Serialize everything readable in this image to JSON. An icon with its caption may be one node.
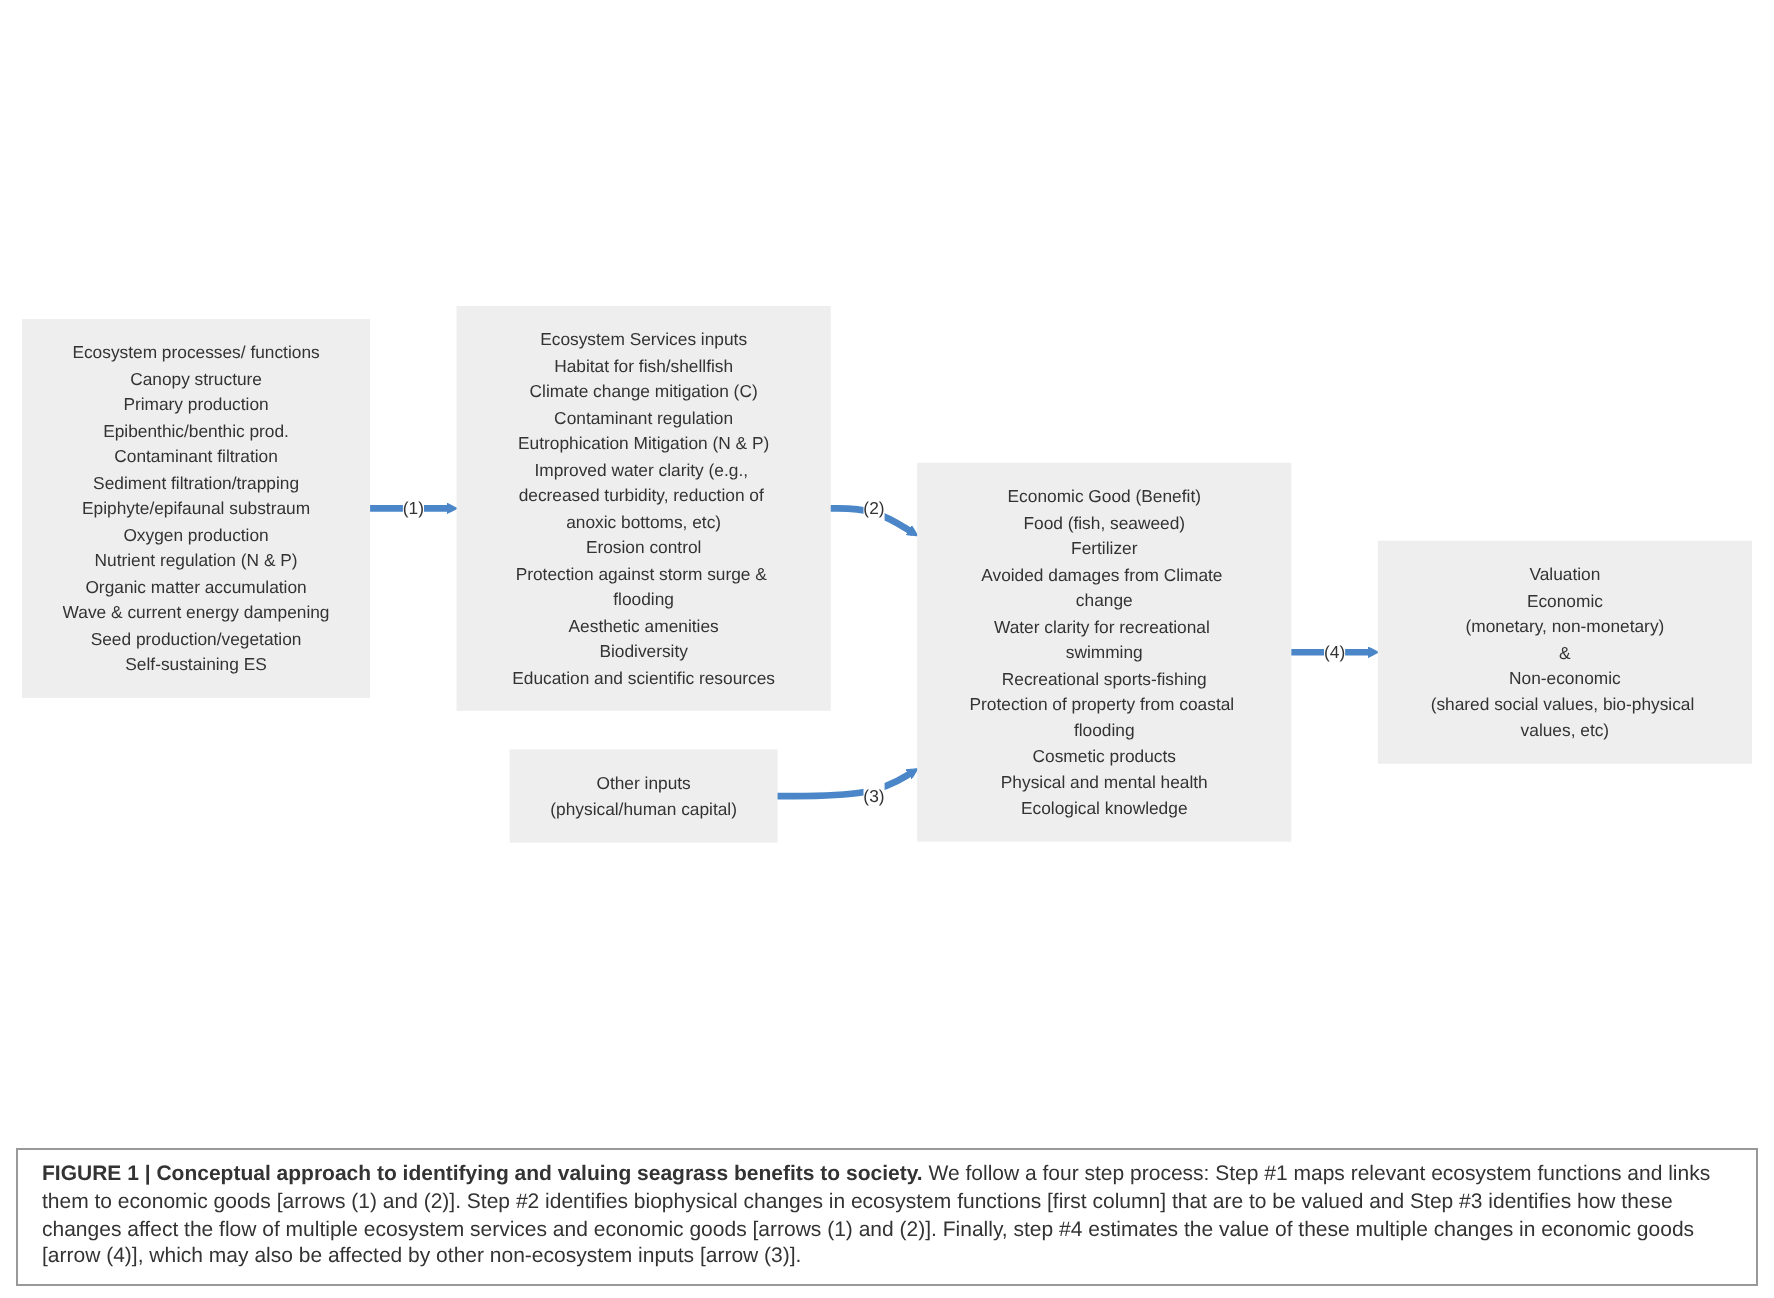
{
  "diagram": {
    "caption": "**FIGURE 1 | Conceptual approach to identifying and valuing seagrass benefits to society.** We follow a four step process: Step #1 maps relevant ecosystem functions and links them to economic goods [arrows (1) and (2)]. Step #2 identifies biophysical changes in ecosystem functions [first column] that are to be valued and Step #3 identifies how these changes affect the flow of multiple ecosystem services and economic goods [arrows (1) and (2)]. Finally, step #4 estimates the value of these multiple changes in economic goods [arrow (4)], which may also be affected by other non-ecosystem inputs [arrow (3)].",
    "nodes": [
      {
        "text": [
          "Ecosystem processes/ functions",
          "Canopy structure",
          "Primary production",
          "Epibenthic/benthic prod.",
          "Contaminant filtration",
          "Sediment filtration/trapping",
          "Epiphyte/epifaunal substraum",
          "Oxygen production",
          "Nutrient regulation (N & P)",
          "Organic matter accumulation",
          "Wave & current energy dampening",
          "Seed production/vegetation",
          "Self-sustaining ES"
        ]
      },
      {
        "text": [
          "Ecosystem Services inputs",
          "Habitat for fish/shellfish",
          "Climate change mitigation (C)",
          "Contaminant regulation",
          "Eutrophication Mitigation (N & P)",
          "Improved water clarity (e.g., decreased turbidity, reduction of anoxic bottoms, etc)",
          "Erosion control",
          "Protection against storm surge & flooding",
          "Aesthetic amenities",
          "Biodiversity",
          "Education and scientific resources"
        ]
      },
      {
        "text": [
          "Other inputs",
          "(physical/human capital)"
        ]
      },
      {
        "text": [
          "Economic Good (Benefit)",
          "Food (fish, seaweed)",
          "Fertilizer",
          "Avoided damages from Climate change",
          "Water clarity for recreational swimming",
          "Recreational sports-fishing",
          "Protection of property from coastal flooding",
          "Cosmetic products",
          "Physical and mental health",
          "Ecological knowledge"
        ]
      },
      {
        "text": [
          "Valuation",
          "Economic",
          "(monetary, non-monetary)",
          "&",
          "Non-economic",
          "(shared social values, bio-physical values, etc)"
        ]
      }
    ],
    "edges": [
      {
        "from": 0,
        "to": 1,
        "arrow": "to",
        "label": "(1)"
      },
      {
        "from": 1,
        "to": 3,
        "arrow": "to",
        "label": "(2)"
      },
      {
        "from": 2,
        "to": 3,
        "arrow": "to",
        "label": "(3)"
      },
      {
        "from": 3,
        "to": 4,
        "arrow": "to",
        "label": "(4)"
      }
    ]
  }
}
